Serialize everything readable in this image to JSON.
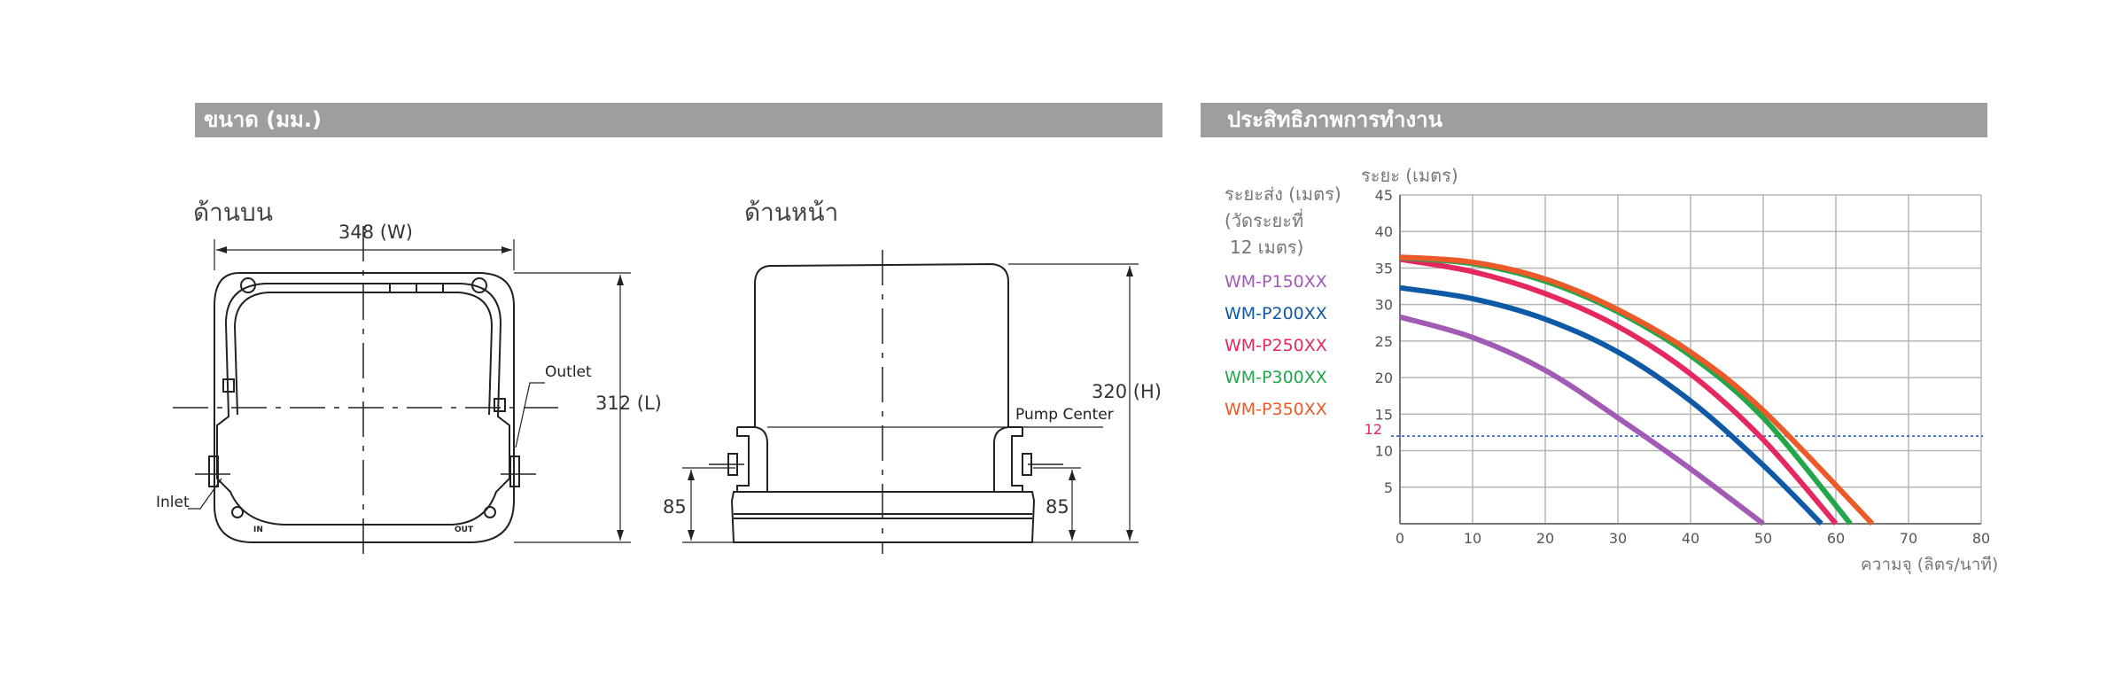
{
  "sections": {
    "dimensions_title": "ขนาด (มม.)",
    "performance_title": "ประสิทธิภาพการทำงาน"
  },
  "top_view": {
    "title": "ด้านบน",
    "width_label": "348 (W)",
    "length_label": "312 (L)",
    "outlet_label": "Outlet",
    "inlet_label": "Inlet",
    "in_mark": "IN",
    "out_mark": "OUT"
  },
  "front_view": {
    "title": "ด้านหน้า",
    "height_label": "320 (H)",
    "pump_center_label": "Pump Center",
    "left_height_label": "85",
    "right_height_label": "85"
  },
  "chart_data": {
    "type": "line",
    "ylabel": "ระยะ (เมตร)",
    "xlabel": "ความจุ (ลิตร/นาที)",
    "side_label_lines": [
      "ระยะส่ง (เมตร)",
      "(วัดระยะที่",
      "12 เมตร)"
    ],
    "xlim": [
      0,
      80
    ],
    "ylim": [
      0,
      45
    ],
    "x_ticks": [
      0,
      10,
      20,
      30,
      40,
      50,
      60,
      70,
      80
    ],
    "y_ticks": [
      5,
      10,
      15,
      20,
      25,
      30,
      35,
      40,
      45
    ],
    "grid": true,
    "reference_line": {
      "y": 12,
      "label": "12",
      "color": "#1f4fb0",
      "label_color": "#e0245e"
    },
    "series": [
      {
        "name": "WM-P150XX",
        "color": "#a15bb5",
        "x": [
          0,
          10,
          20,
          30,
          40,
          50
        ],
        "y": [
          28.3,
          25.5,
          21,
          14.5,
          7.5,
          0
        ]
      },
      {
        "name": "WM-P200XX",
        "color": "#0f5aa6",
        "x": [
          0,
          10,
          20,
          30,
          40,
          50,
          58
        ],
        "y": [
          32.3,
          30.8,
          28,
          23.5,
          16.8,
          8,
          0
        ]
      },
      {
        "name": "WM-P250XX",
        "color": "#e5285f",
        "x": [
          0,
          10,
          20,
          30,
          40,
          50,
          60
        ],
        "y": [
          36.2,
          34.5,
          31.5,
          27,
          20.5,
          11.5,
          0
        ]
      },
      {
        "name": "WM-P300XX",
        "color": "#23a64a",
        "x": [
          0,
          10,
          20,
          30,
          40,
          50,
          62
        ],
        "y": [
          36.4,
          35.6,
          33.2,
          29,
          23,
          14.5,
          0
        ]
      },
      {
        "name": "WM-P350XX",
        "color": "#ec5a2a",
        "x": [
          0,
          10,
          20,
          30,
          40,
          50,
          65
        ],
        "y": [
          36.5,
          35.8,
          33.5,
          29.3,
          23.5,
          15.5,
          0
        ]
      }
    ]
  }
}
